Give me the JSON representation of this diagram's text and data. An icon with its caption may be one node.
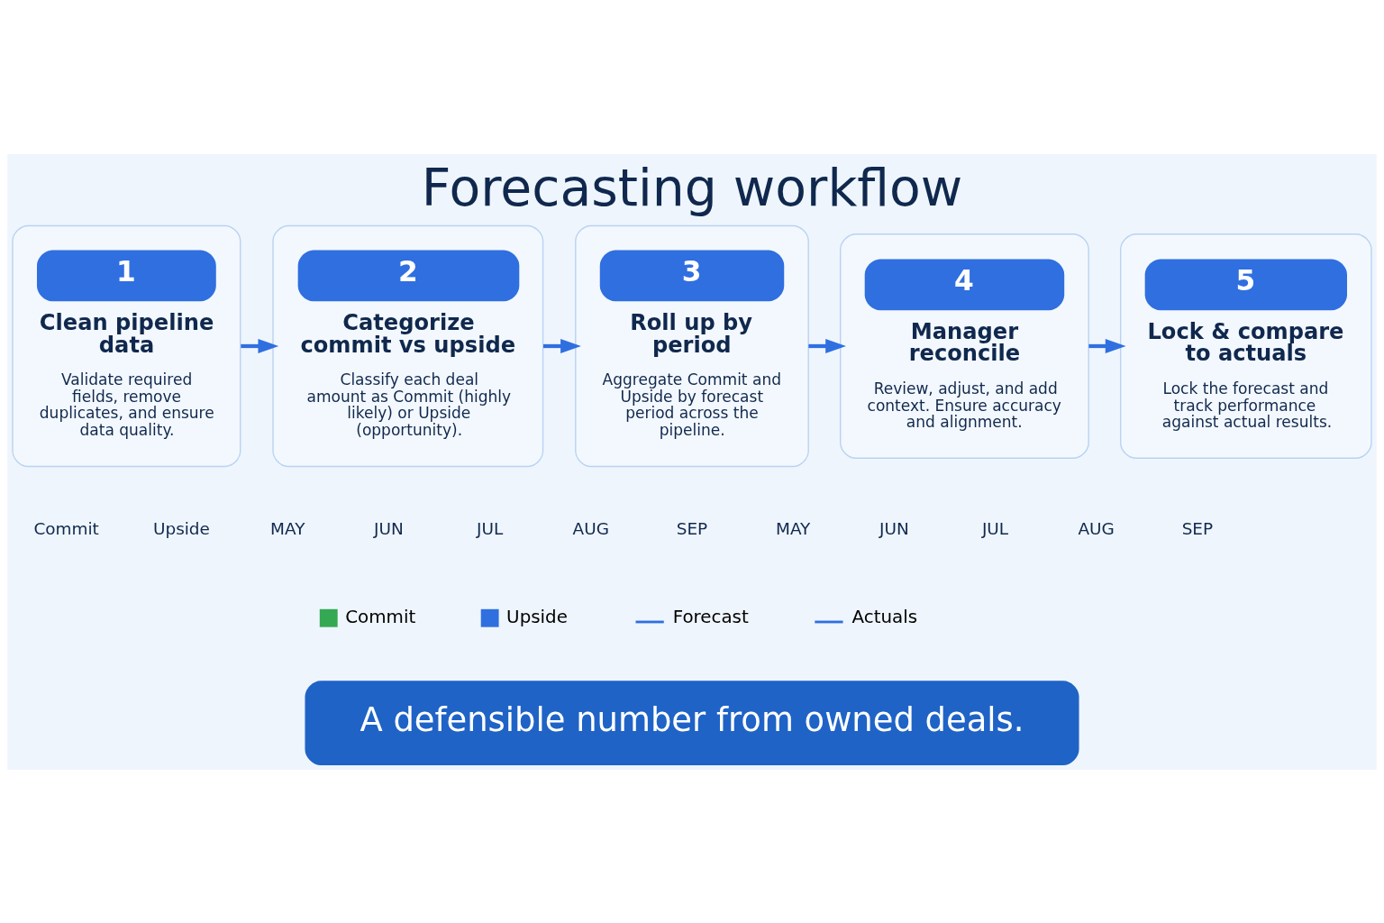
{
  "diagram": {
    "title": "Forecasting workflow",
    "nodes": [
      {
        "text": [
          "1",
          "Clean pipeline data",
          "Validate required fields, remove duplicates, and ensure data quality."
        ]
      },
      {
        "text": [
          "2",
          "Categorize commit vs upside",
          "Classify each deal amount as Commit (highly likely) or Upside (opportunity)."
        ]
      },
      {
        "text": [
          "3",
          "Roll up by period",
          "Aggregate Commit and Upside by forecast period across the pipeline."
        ]
      },
      {
        "text": [
          "4",
          "Manager reconcile",
          "Review, adjust, and add context. Ensure accuracy and alignment."
        ]
      },
      {
        "text": [
          "5",
          "Lock & compare to actuals",
          "Lock the forecast and track performance against actual results."
        ]
      },
      {
        "text": [
          "A defensible number from owned deals."
        ]
      }
    ],
    "edges": [
      {
        "from": 0,
        "to": 1,
        "arrow": "to"
      },
      {
        "from": 1,
        "to": 2,
        "arrow": "to"
      },
      {
        "from": 2,
        "to": 3,
        "arrow": "to"
      },
      {
        "from": 3,
        "to": 4,
        "arrow": "to"
      }
    ],
    "labels": [
      "Commit",
      "Upside",
      "MAY",
      "JUN",
      "JUL",
      "AUG",
      "SEP",
      "MAY",
      "JUN",
      "JUL",
      "AUG",
      "SEP"
    ],
    "legend": [
      {
        "text": "Commit",
        "color": "#34a853"
      },
      {
        "text": "Upside",
        "color": "#2f6fe0"
      },
      {
        "text": "Forecast"
      },
      {
        "text": "Actuals"
      }
    ]
  }
}
